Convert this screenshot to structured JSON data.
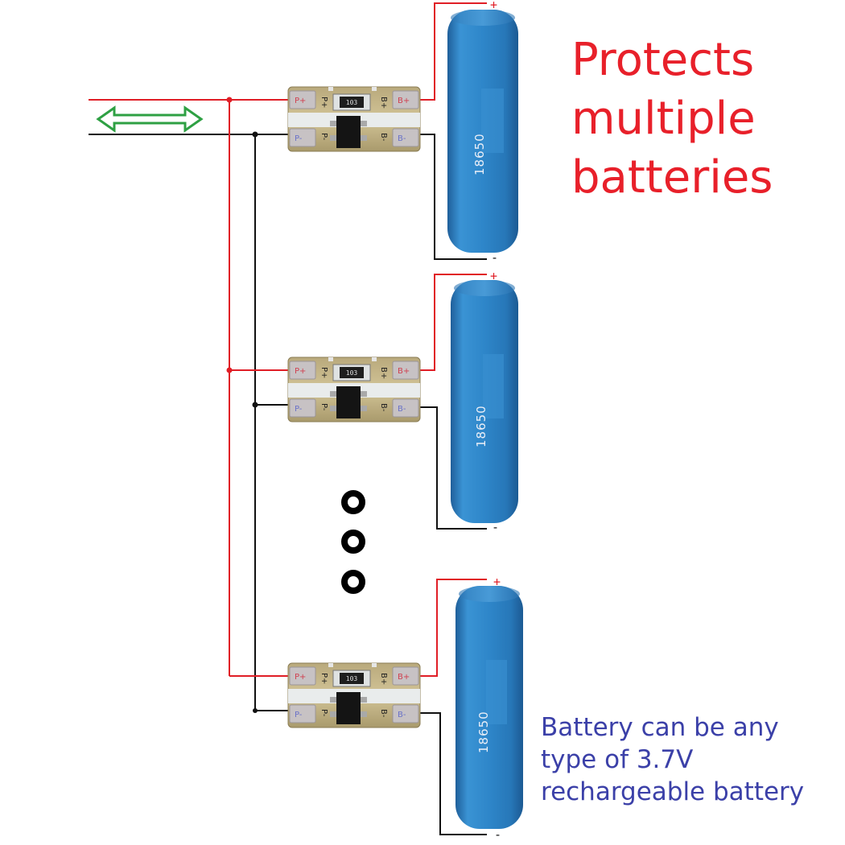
{
  "headline": [
    "Protects",
    "multiple",
    "batteries"
  ],
  "note": [
    "Battery can be any",
    "type of 3.7V",
    "rechargeable battery"
  ],
  "cells": [
    {
      "label": "18650",
      "plus": "+",
      "minus": "-"
    },
    {
      "label": "18650",
      "plus": "+",
      "minus": "-"
    },
    {
      "label": "18650",
      "plus": "+",
      "minus": "-"
    }
  ],
  "board": {
    "pad_labels": {
      "p_plus": "P+",
      "p_minus": "P-",
      "b_plus": "B+",
      "b_minus": "B-"
    },
    "side_labels": {
      "p_plus": "P+",
      "p_minus": "P-",
      "b_plus": "B+",
      "b_minus": "B-"
    },
    "resistor_marking": "103"
  },
  "continuation": "• • •",
  "colors": {
    "positive_wire": "#e01e26",
    "negative_wire": "#111111",
    "arrow": "#2ea043",
    "headline": "#e8202a",
    "note": "#3b40a8",
    "cell_body": "#2f86c8"
  },
  "icons": {
    "bidirectional": "double-headed-arrow-icon",
    "ellipsis": "vertical-dots-icon"
  }
}
